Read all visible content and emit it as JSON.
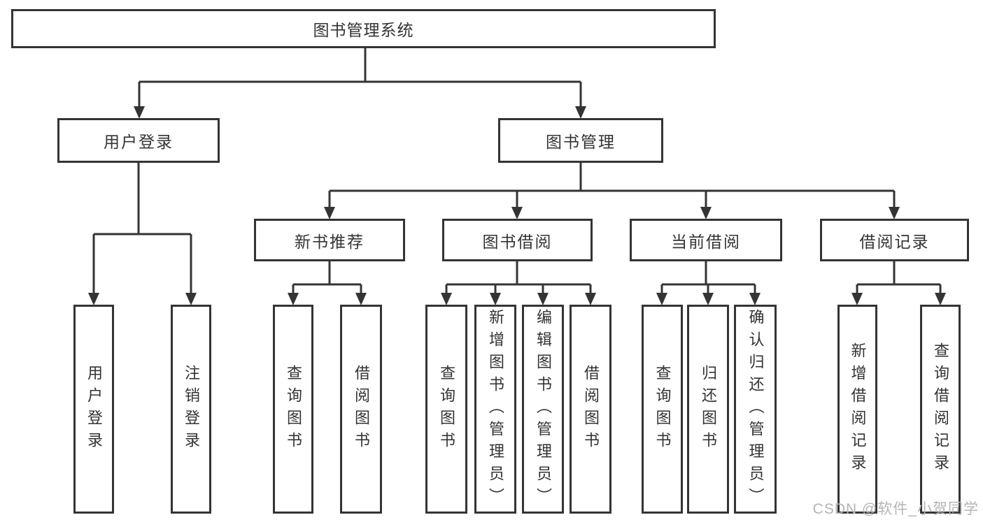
{
  "tree": {
    "root": "图书管理系统",
    "children": [
      {
        "label": "用户登录",
        "children": [
          {
            "label": "用户登录"
          },
          {
            "label": "注销登录"
          }
        ]
      },
      {
        "label": "图书管理",
        "children": [
          {
            "label": "新书推荐",
            "children": [
              {
                "label": "查询图书"
              },
              {
                "label": "借阅图书"
              }
            ]
          },
          {
            "label": "图书借阅",
            "children": [
              {
                "label": "查询图书"
              },
              {
                "label": "新增图书（管理员）"
              },
              {
                "label": "编辑图书（管理员）"
              },
              {
                "label": "借阅图书"
              }
            ]
          },
          {
            "label": "当前借阅",
            "children": [
              {
                "label": "查询图书"
              },
              {
                "label": "归还图书"
              },
              {
                "label": "确认归还（管理员）"
              }
            ]
          },
          {
            "label": "借阅记录",
            "children": [
              {
                "label": "新增借阅记录"
              },
              {
                "label": "查询借阅记录"
              }
            ]
          }
        ]
      }
    ]
  },
  "watermark": {
    "text": "CSDN @软件_小贺同学"
  },
  "colors": {
    "line": "#343434",
    "box_border": "#343434",
    "box_fill": "#ffffff",
    "text": "#333333",
    "watermark": "#b4b4b4",
    "background": "#ffffff"
  }
}
